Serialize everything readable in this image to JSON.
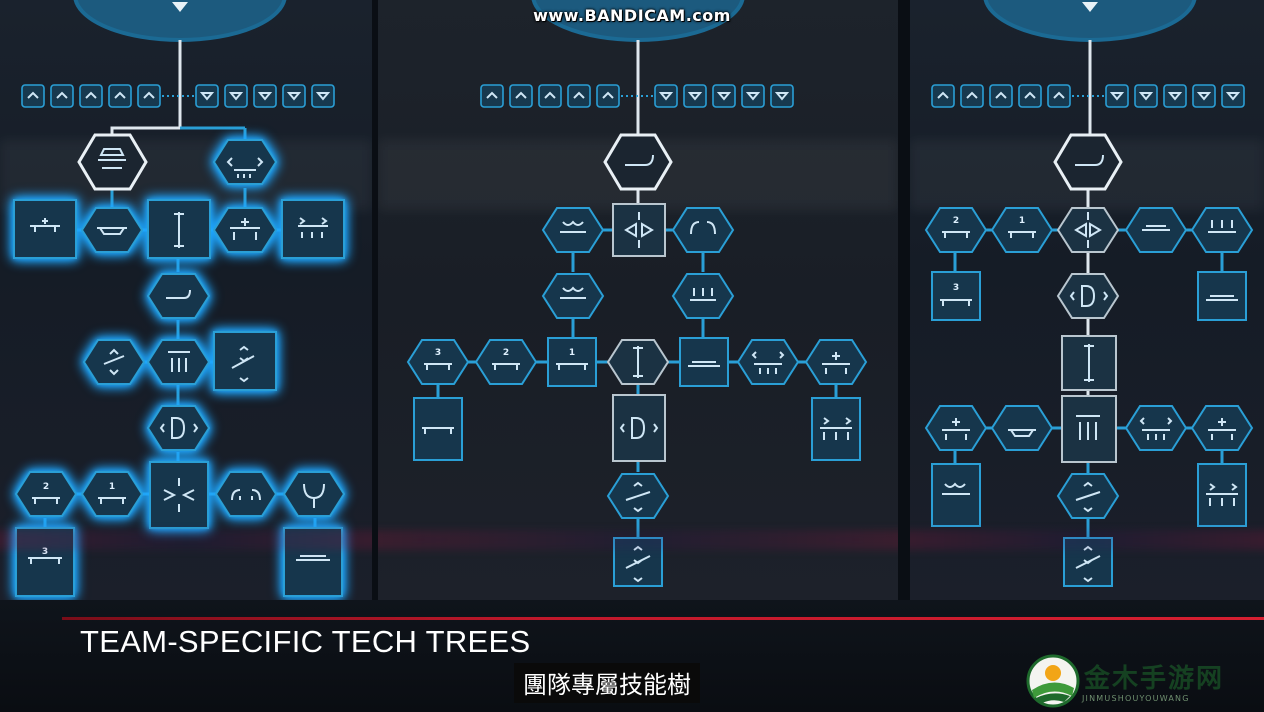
{
  "watermark": "www.BANDICAM.com",
  "caption": {
    "title": "TEAM-SPECIFIC TECH TREES",
    "subtitle": "團隊專屬技能樹"
  },
  "logo": {
    "name": "logo-emblem",
    "text": "JINMUSHOUYOUWANG"
  },
  "colors": {
    "node_border": "#2a9fd6",
    "node_fill": "#16364c",
    "node_glow": "#1ea7ff",
    "selected_border": "#e9f0f5",
    "accent_red": "#c0182b",
    "top_circle": "#1c5a7e"
  },
  "panels": [
    {
      "name": "tech-tree-panel-left",
      "node_labels": [
        "2",
        "1",
        "3"
      ]
    },
    {
      "name": "tech-tree-panel-center",
      "node_labels": [
        "3",
        "2",
        "1"
      ]
    },
    {
      "name": "tech-tree-panel-right",
      "node_labels": [
        "2",
        "1",
        "3"
      ]
    }
  ]
}
